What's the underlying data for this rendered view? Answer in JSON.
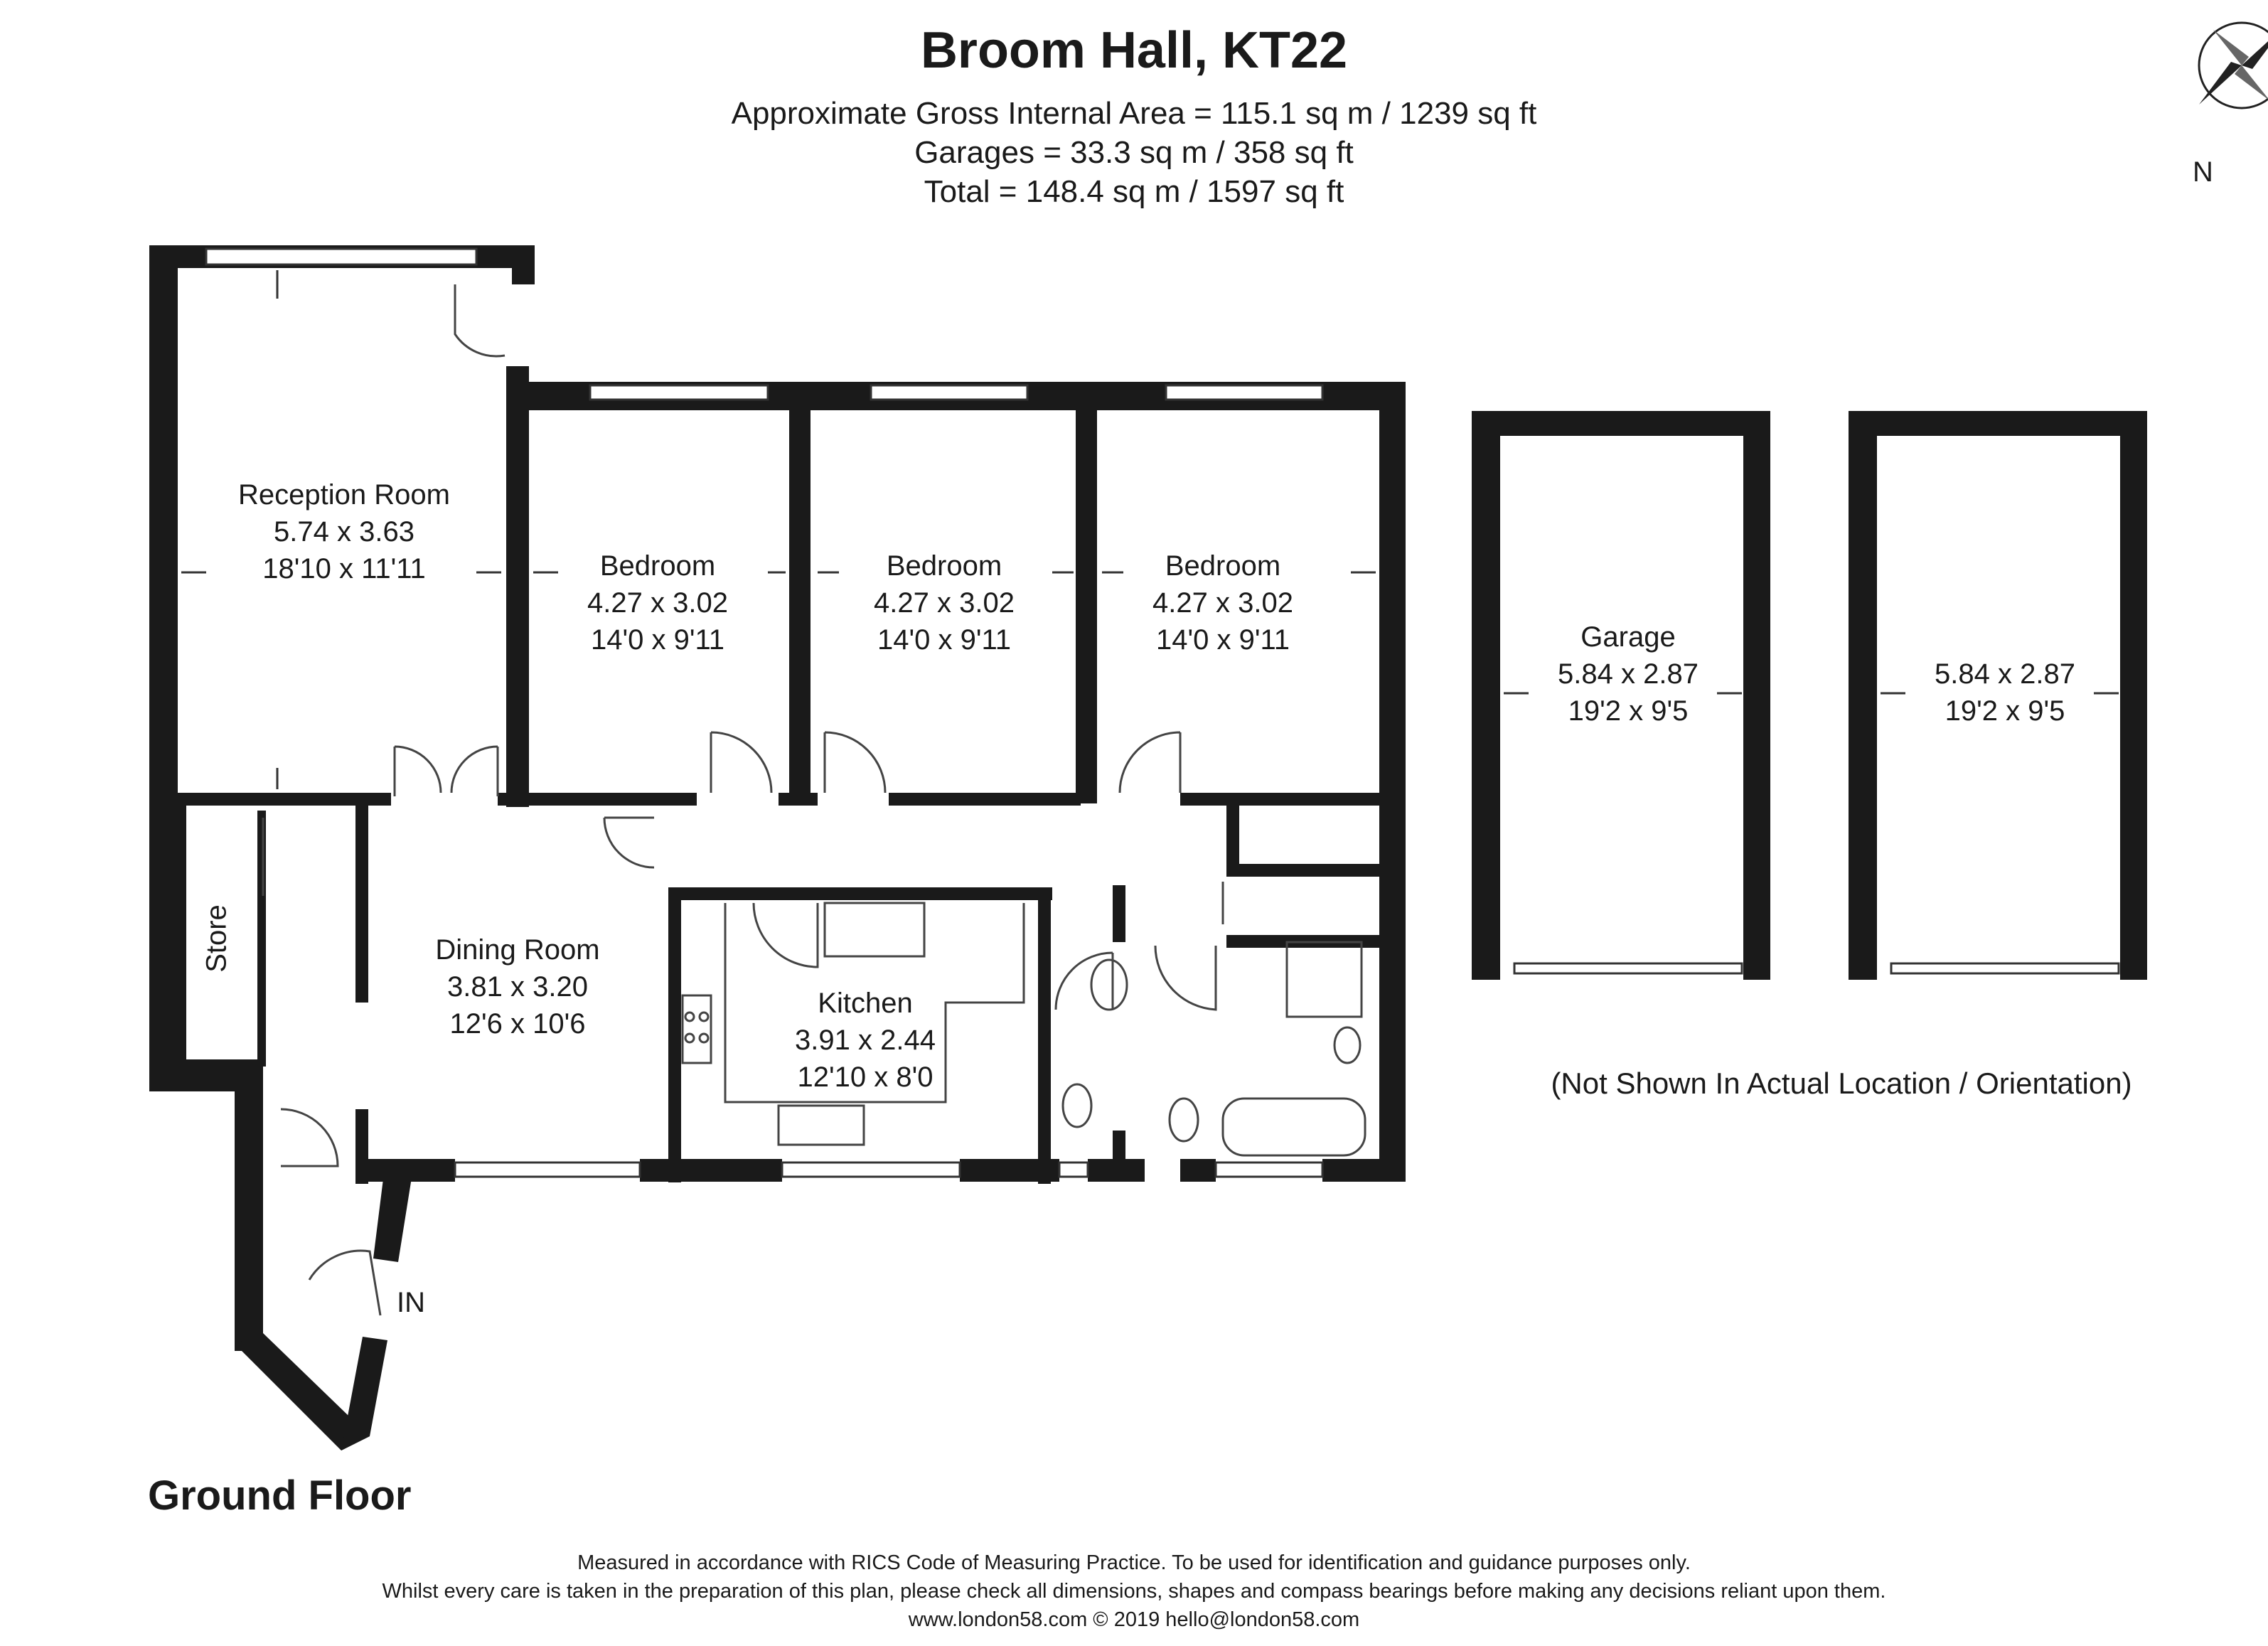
{
  "header": {
    "title": "Broom Hall, KT22",
    "gross_area": "Approximate Gross Internal Area = 115.1 sq m / 1239 sq ft",
    "garages_area": "Garages = 33.3 sq m / 358 sq ft",
    "total_area": "Total = 148.4 sq m / 1597 sq ft"
  },
  "compass": {
    "north_label": "N"
  },
  "floor": {
    "label": "Ground Floor"
  },
  "rooms": {
    "reception": {
      "name": "Reception Room",
      "metric": "5.74 x 3.63",
      "imperial": "18'10 x 11'11"
    },
    "bedroom1": {
      "name": "Bedroom",
      "metric": "4.27 x 3.02",
      "imperial": "14'0 x 9'11"
    },
    "bedroom2": {
      "name": "Bedroom",
      "metric": "4.27 x 3.02",
      "imperial": "14'0 x 9'11"
    },
    "bedroom3": {
      "name": "Bedroom",
      "metric": "4.27 x 3.02",
      "imperial": "14'0 x 9'11"
    },
    "dining": {
      "name": "Dining Room",
      "metric": "3.81 x 3.20",
      "imperial": "12'6 x 10'6"
    },
    "kitchen": {
      "name": "Kitchen",
      "metric": "3.91 x 2.44",
      "imperial": "12'10 x 8'0"
    },
    "store": {
      "name": "Store"
    },
    "garage1": {
      "name": "Garage",
      "metric": "5.84 x 2.87",
      "imperial": "19'2 x 9'5"
    },
    "garage2": {
      "metric": "5.84 x 2.87",
      "imperial": "19'2 x 9'5"
    }
  },
  "entrance": {
    "label": "IN"
  },
  "garages_note": "(Not Shown In Actual Location / Orientation)",
  "footer": {
    "line1": "Measured in accordance with RICS Code of Measuring Practice. To be used for identification and guidance purposes only.",
    "line2": "Whilst every care is taken in the preparation of this plan, please check all dimensions, shapes and compass bearings before making any decisions reliant upon them.",
    "line3": "www.london58.com © 2019 hello@london58.com"
  }
}
